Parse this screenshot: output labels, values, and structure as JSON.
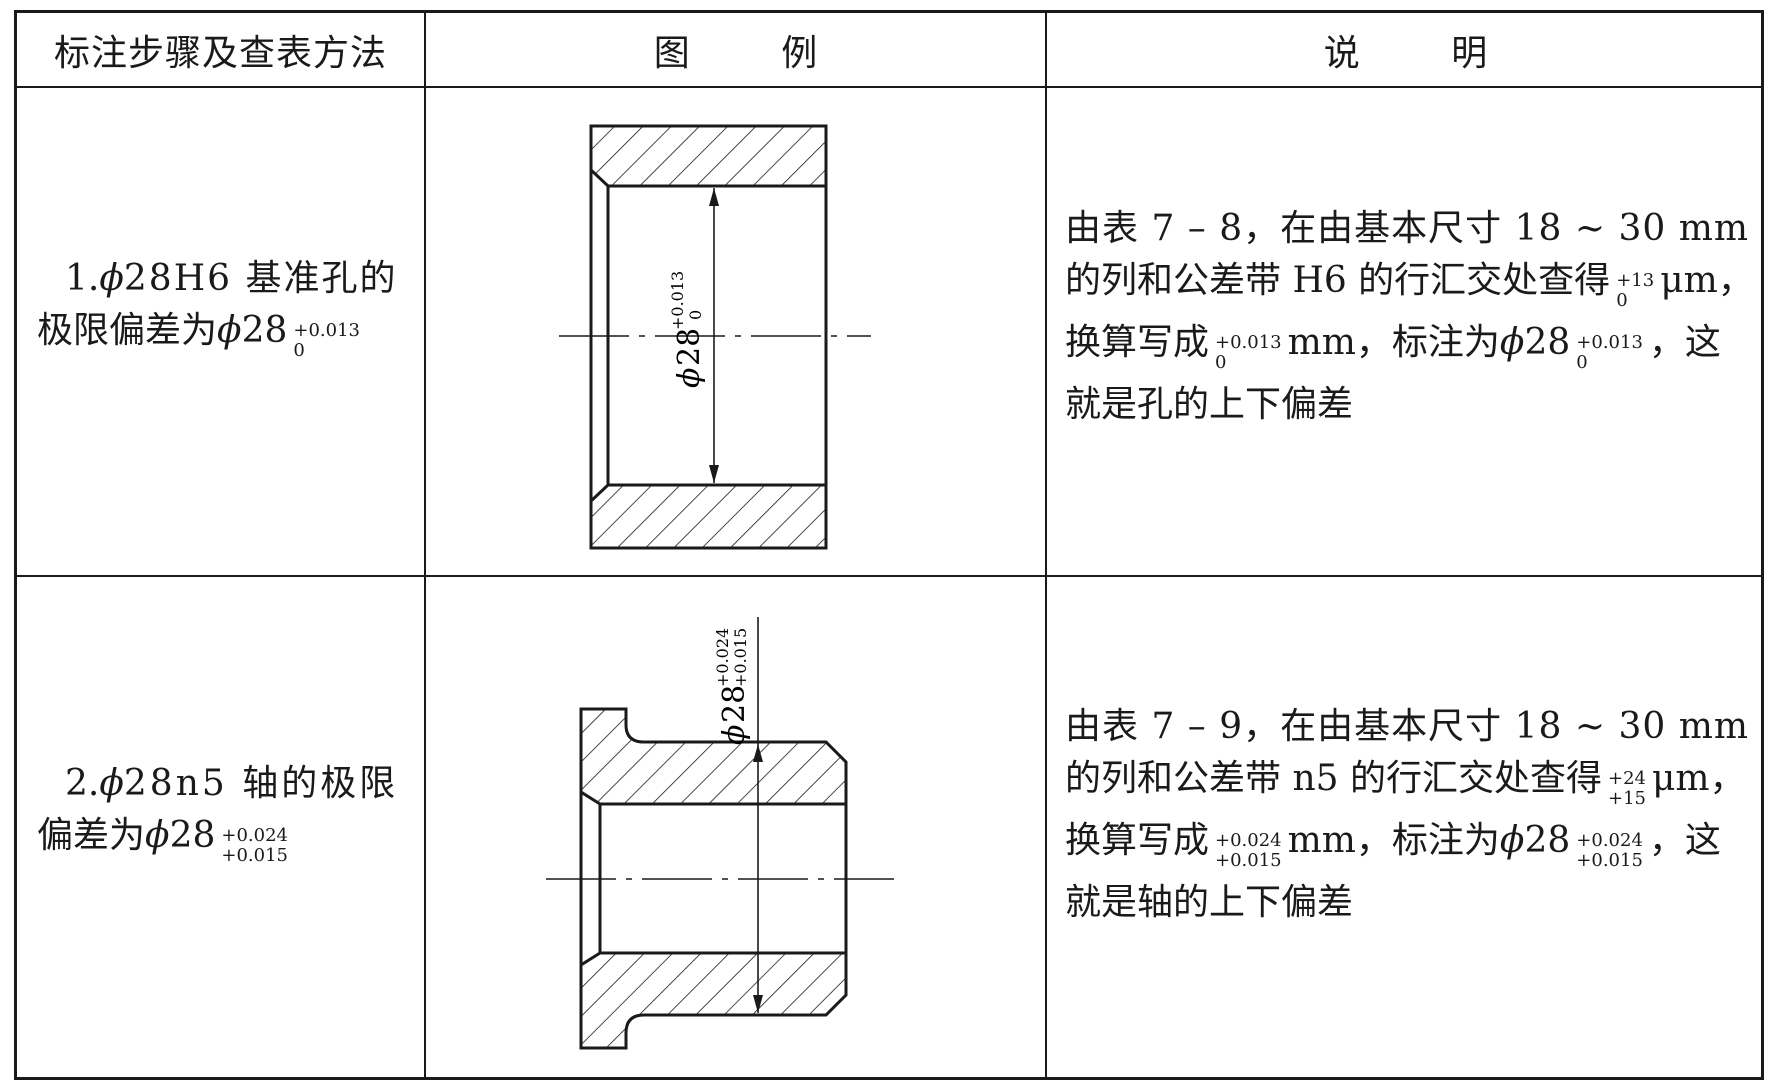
{
  "headers": {
    "col1": "标注步骤及查表方法",
    "col2": "图 例",
    "col3": "说 明"
  },
  "rows": [
    {
      "step": {
        "line1_prefix": "1. ",
        "phi": "ϕ",
        "line1_text": "28H6 基准孔的",
        "line2_text": "极限偏差为 ",
        "line2_phi": "ϕ",
        "line2_num": "28",
        "tol_upper": "+0.013",
        "tol_lower": "0"
      },
      "figure": {
        "dim_phi": "ϕ",
        "dim_num": "28",
        "tol_upper": "+0.013",
        "tol_lower": "0"
      },
      "note": {
        "l1": "由表 7 – 8，在由基本尺寸 18 ~ 30 mm",
        "l2_a": "的列和公差带 H6 的行汇交处查得",
        "l2_up": "+13",
        "l2_low": "0",
        "l2_b": "μm，",
        "l3_a": "换算写成",
        "l3_up": "+0.013",
        "l3_low": "0",
        "l3_b": "mm，标注为 ",
        "l3_phi": "ϕ",
        "l3_num": "28",
        "l3_up2": "+0.013",
        "l3_low2": "0",
        "l3_c": "，这",
        "l4": "就是孔的上下偏差"
      }
    },
    {
      "step": {
        "line1_prefix": "2. ",
        "phi": "ϕ",
        "line1_text": "28n5 轴的极限",
        "line2_text": "偏差为 ",
        "line2_phi": "ϕ",
        "line2_num": "28",
        "tol_upper": "+0.024",
        "tol_lower": "+0.015"
      },
      "figure": {
        "dim_phi": "ϕ",
        "dim_num": "28",
        "tol_upper": "+0.024",
        "tol_lower": "+0.015"
      },
      "note": {
        "l1": "由表 7 – 9，在由基本尺寸 18 ~ 30 mm",
        "l2_a": "的列和公差带 n5 的行汇交处查得",
        "l2_up": "+24",
        "l2_low": "+15",
        "l2_b": "μm，",
        "l3_a": "换算写成",
        "l3_up": "+0.024",
        "l3_low": "+0.015",
        "l3_b": "mm，标注为 ",
        "l3_phi": "ϕ",
        "l3_num": "28",
        "l3_up2": "+0.024",
        "l3_low2": "+0.015",
        "l3_c": "，这",
        "l4": "就是轴的上下偏差"
      }
    }
  ]
}
